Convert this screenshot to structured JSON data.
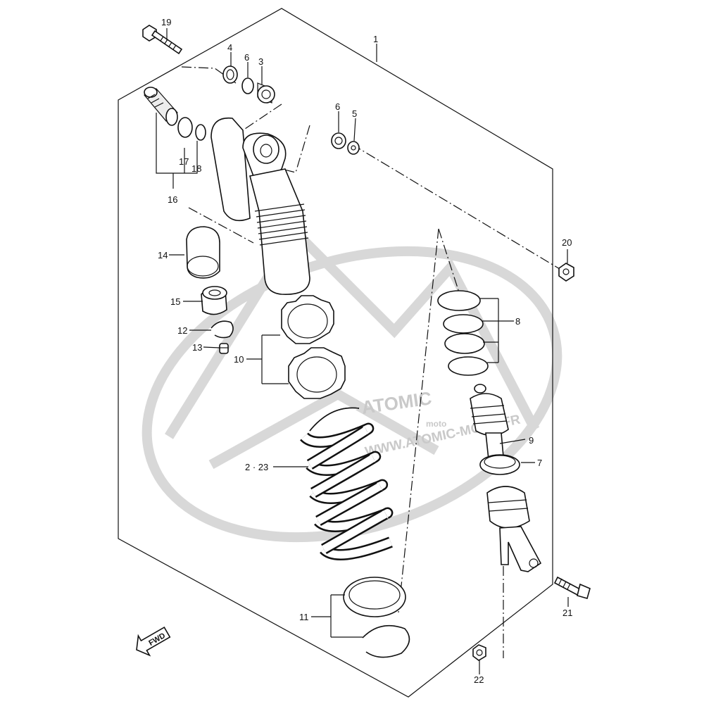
{
  "watermark": {
    "brand": "ATOMIC",
    "brand_sub": "moto",
    "url": "WWW.ATOMIC-MOTO.FR"
  },
  "direction_label": "FWD",
  "callouts": [
    {
      "id": "c1",
      "text": "1"
    },
    {
      "id": "c2",
      "text": "2 · 23"
    },
    {
      "id": "c3",
      "text": "3"
    },
    {
      "id": "c4",
      "text": "4"
    },
    {
      "id": "c5",
      "text": "5"
    },
    {
      "id": "c6a",
      "text": "6"
    },
    {
      "id": "c6b",
      "text": "6"
    },
    {
      "id": "c7",
      "text": "7"
    },
    {
      "id": "c8",
      "text": "8"
    },
    {
      "id": "c9",
      "text": "9"
    },
    {
      "id": "c10",
      "text": "10"
    },
    {
      "id": "c11",
      "text": "11"
    },
    {
      "id": "c12",
      "text": "12"
    },
    {
      "id": "c13",
      "text": "13"
    },
    {
      "id": "c14",
      "text": "14"
    },
    {
      "id": "c15",
      "text": "15"
    },
    {
      "id": "c16",
      "text": "16"
    },
    {
      "id": "c17",
      "text": "17"
    },
    {
      "id": "c18",
      "text": "18"
    },
    {
      "id": "c19",
      "text": "19"
    },
    {
      "id": "c20",
      "text": "20"
    },
    {
      "id": "c21",
      "text": "21"
    },
    {
      "id": "c22",
      "text": "22"
    }
  ]
}
